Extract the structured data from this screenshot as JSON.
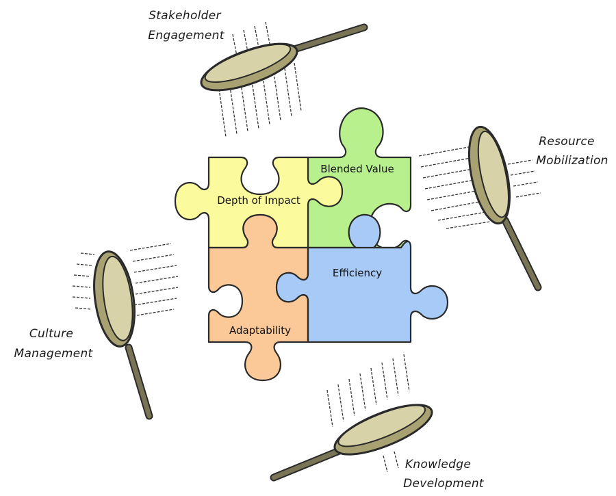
{
  "lenses": [
    {
      "id": "stakeholder",
      "lines": [
        "Stakeholder",
        "Engagement"
      ]
    },
    {
      "id": "resource",
      "lines": [
        "Resource",
        "Mobilization"
      ]
    },
    {
      "id": "culture",
      "lines": [
        "Culture",
        "Management"
      ]
    },
    {
      "id": "knowledge",
      "lines": [
        "Knowledge",
        "Development"
      ]
    }
  ],
  "pieces": [
    {
      "id": "depth",
      "label": "Depth of Impact",
      "color": "#fbfb9d"
    },
    {
      "id": "blended",
      "label": "Blended Value",
      "color": "#b7f08d"
    },
    {
      "id": "adapt",
      "label": "Adaptability",
      "color": "#fbc898"
    },
    {
      "id": "efficiency",
      "label": "Efficiency",
      "color": "#a7cbf6"
    }
  ],
  "colors": {
    "lens_rim": "#a8a172",
    "lens_glass": "#d7d2a8",
    "outline": "#2a2a2a"
  }
}
